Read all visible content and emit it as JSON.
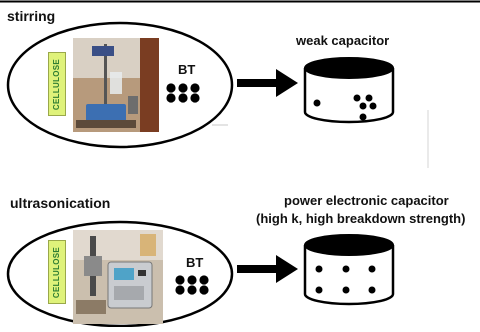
{
  "panels": [
    {
      "method_label": "stirring",
      "material_label": "CELLULOSE",
      "filler_label": "BT",
      "result_label": "weak capacitor",
      "result_sublabel": ""
    },
    {
      "method_label": "ultrasonication",
      "material_label": "CELLULOSE",
      "filler_label": "BT",
      "result_label": "power electronic capacitor",
      "result_sublabel": "(high k, high breakdown strength)"
    }
  ]
}
